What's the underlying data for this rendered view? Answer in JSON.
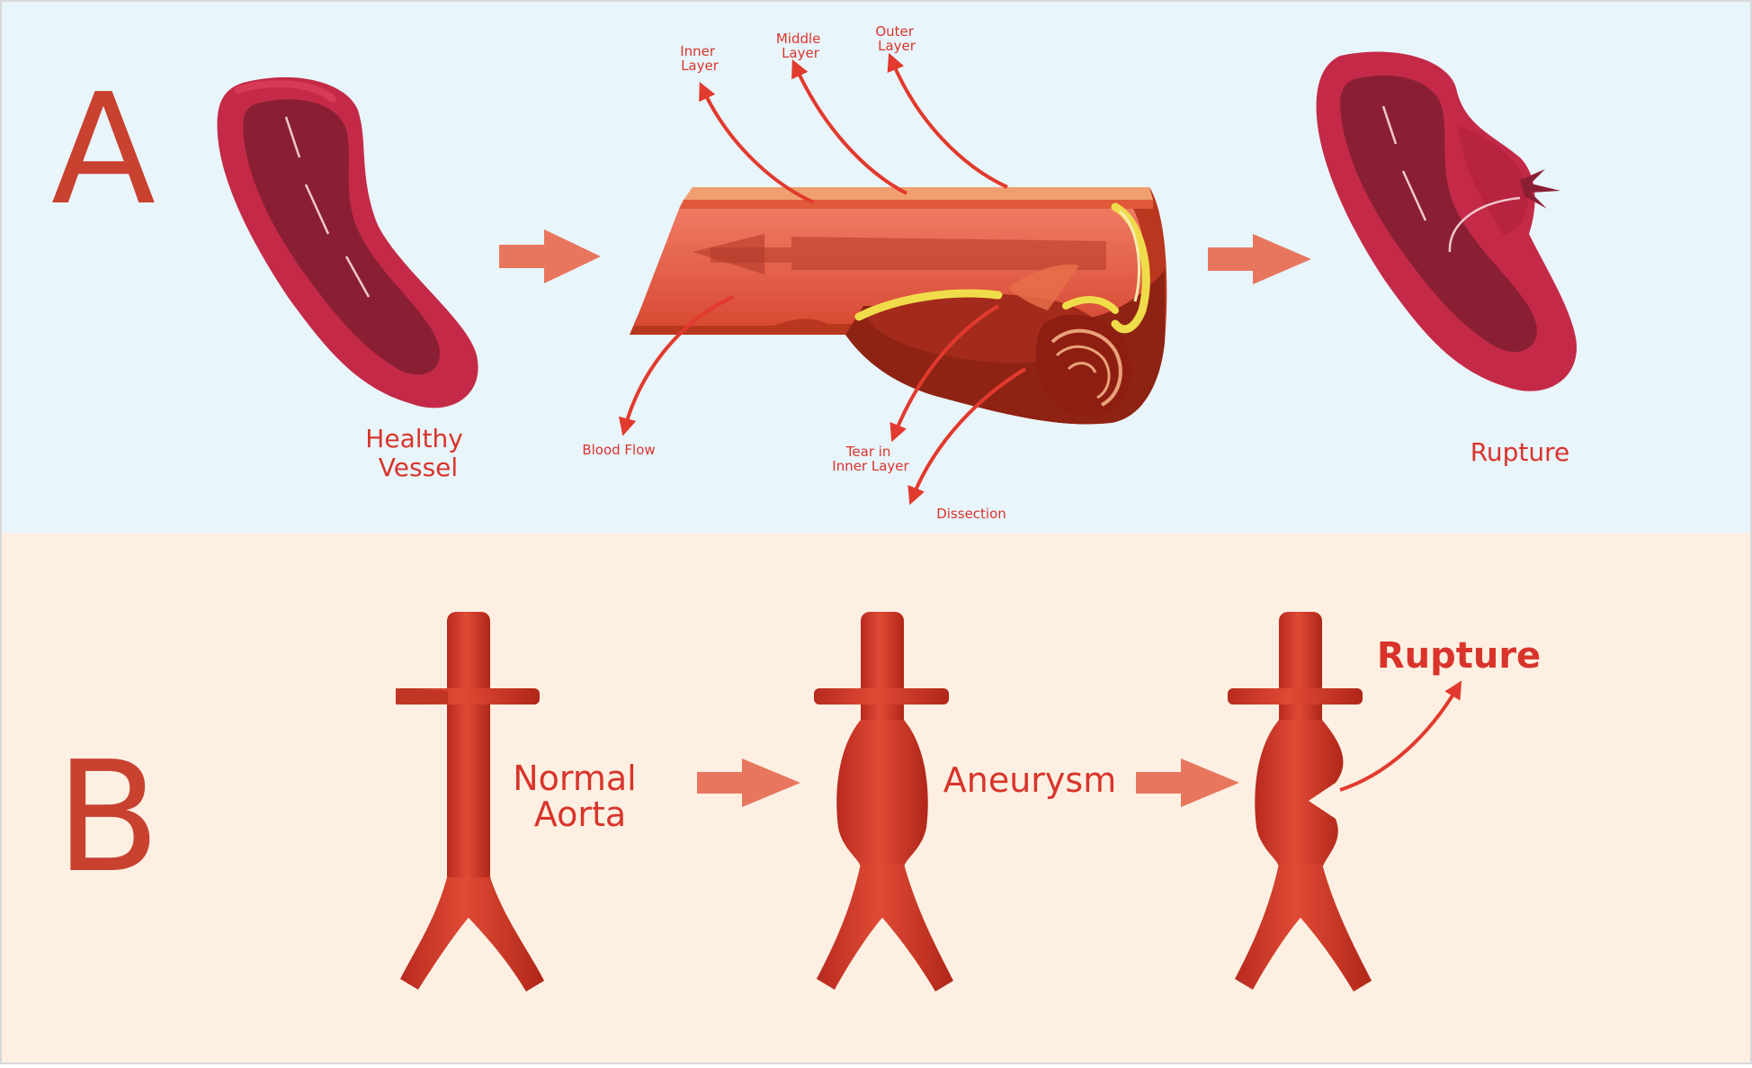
{
  "colors": {
    "panel_a_bg": "#e8f5fb",
    "panel_b_bg": "#fdf0e2",
    "panel_letter": "#c9412f",
    "label": "#d9342b",
    "progress_arrow": "#e8765e",
    "vessel_dark": "#8a1f33",
    "vessel_mid": "#c32a45",
    "vessel_light": "#e0405d",
    "aorta": "#d63a2c",
    "aorta_shade": "#b82a1f",
    "plaque": "#f0dc4a"
  },
  "panel_a": {
    "letter": "A",
    "healthy": {
      "line1": "Healthy",
      "line2": "Vessel"
    },
    "layers": {
      "inner": {
        "line1": "Inner",
        "line2": "Layer"
      },
      "middle": {
        "line1": "Middle",
        "line2": "Layer"
      },
      "outer": {
        "line1": "Outer",
        "line2": "Layer"
      }
    },
    "blood_flow": "Blood Flow",
    "tear": {
      "line1": "Tear in",
      "line2": "Inner Layer"
    },
    "dissection": "Dissection",
    "rupture": "Rupture"
  },
  "panel_b": {
    "letter": "B",
    "normal": {
      "line1": "Normal",
      "line2": "Aorta"
    },
    "aneurysm": "Aneurysm",
    "rupture": "Rupture"
  }
}
